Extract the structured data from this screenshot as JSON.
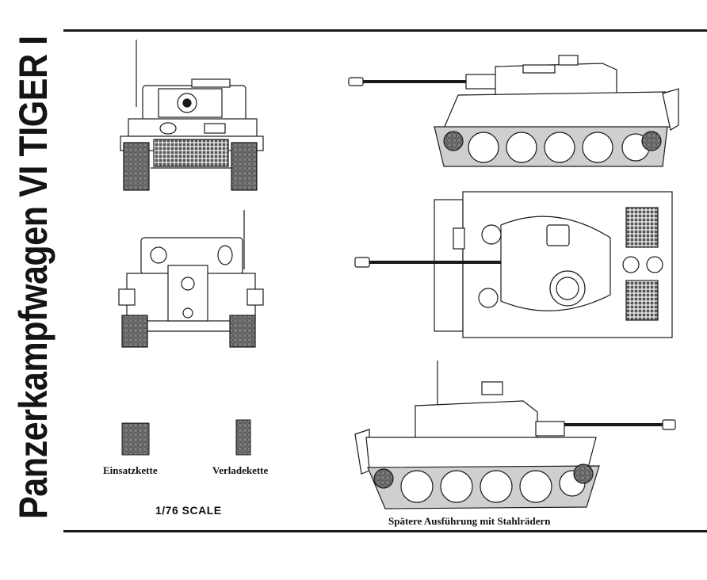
{
  "title": "Panzerkampfwagen VI TIGER I",
  "labels": {
    "track_combat": "Einsatzkette",
    "track_transport": "Verladekette",
    "scale": "1/76 SCALE",
    "caption_late": "Spätere Ausführung mit Stahlrädern"
  },
  "colors": {
    "ink": "#1a1a1a",
    "paper": "#ffffff",
    "shade": "#bdbdbd"
  }
}
